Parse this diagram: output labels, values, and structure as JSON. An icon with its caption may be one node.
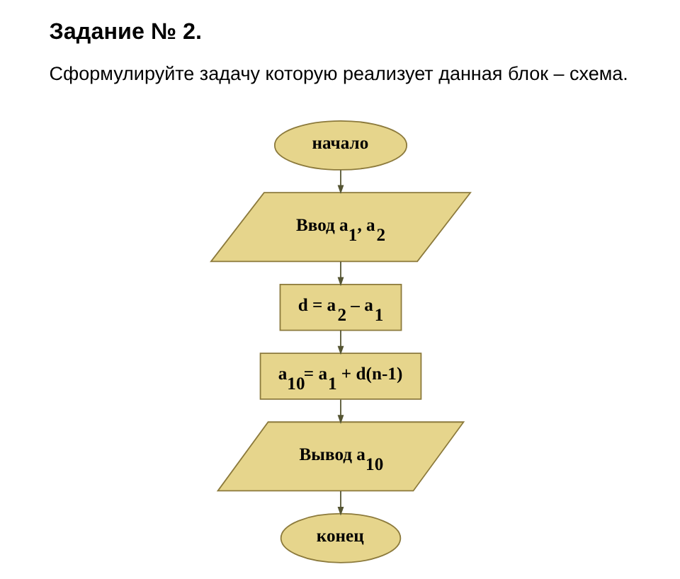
{
  "diagram": {
    "title": "Задание № 2.",
    "nodes": [
      {
        "text": [
          "начало"
        ]
      },
      {
        "text": [
          "Ввод a$_{1}$, a$_{2}$"
        ]
      },
      {
        "text": [
          "d = a$_{2}$ – a$_{1}$"
        ]
      },
      {
        "text": [
          "a$_{10}$= a$_{1}$ + d(n-1)"
        ]
      },
      {
        "text": [
          "Вывод a$_{10}$"
        ]
      },
      {
        "text": [
          "конец"
        ]
      }
    ],
    "edges": [
      {
        "from": 0,
        "to": 1,
        "arrow": "to"
      },
      {
        "from": 1,
        "to": 2,
        "arrow": "to"
      },
      {
        "from": 2,
        "to": 3,
        "arrow": "to"
      },
      {
        "from": 3,
        "to": 4,
        "arrow": "to"
      },
      {
        "from": 4,
        "to": 5,
        "arrow": "to"
      }
    ],
    "labels": [
      "Сформулируйте задачу которую реализует данная блок – схема."
    ]
  }
}
